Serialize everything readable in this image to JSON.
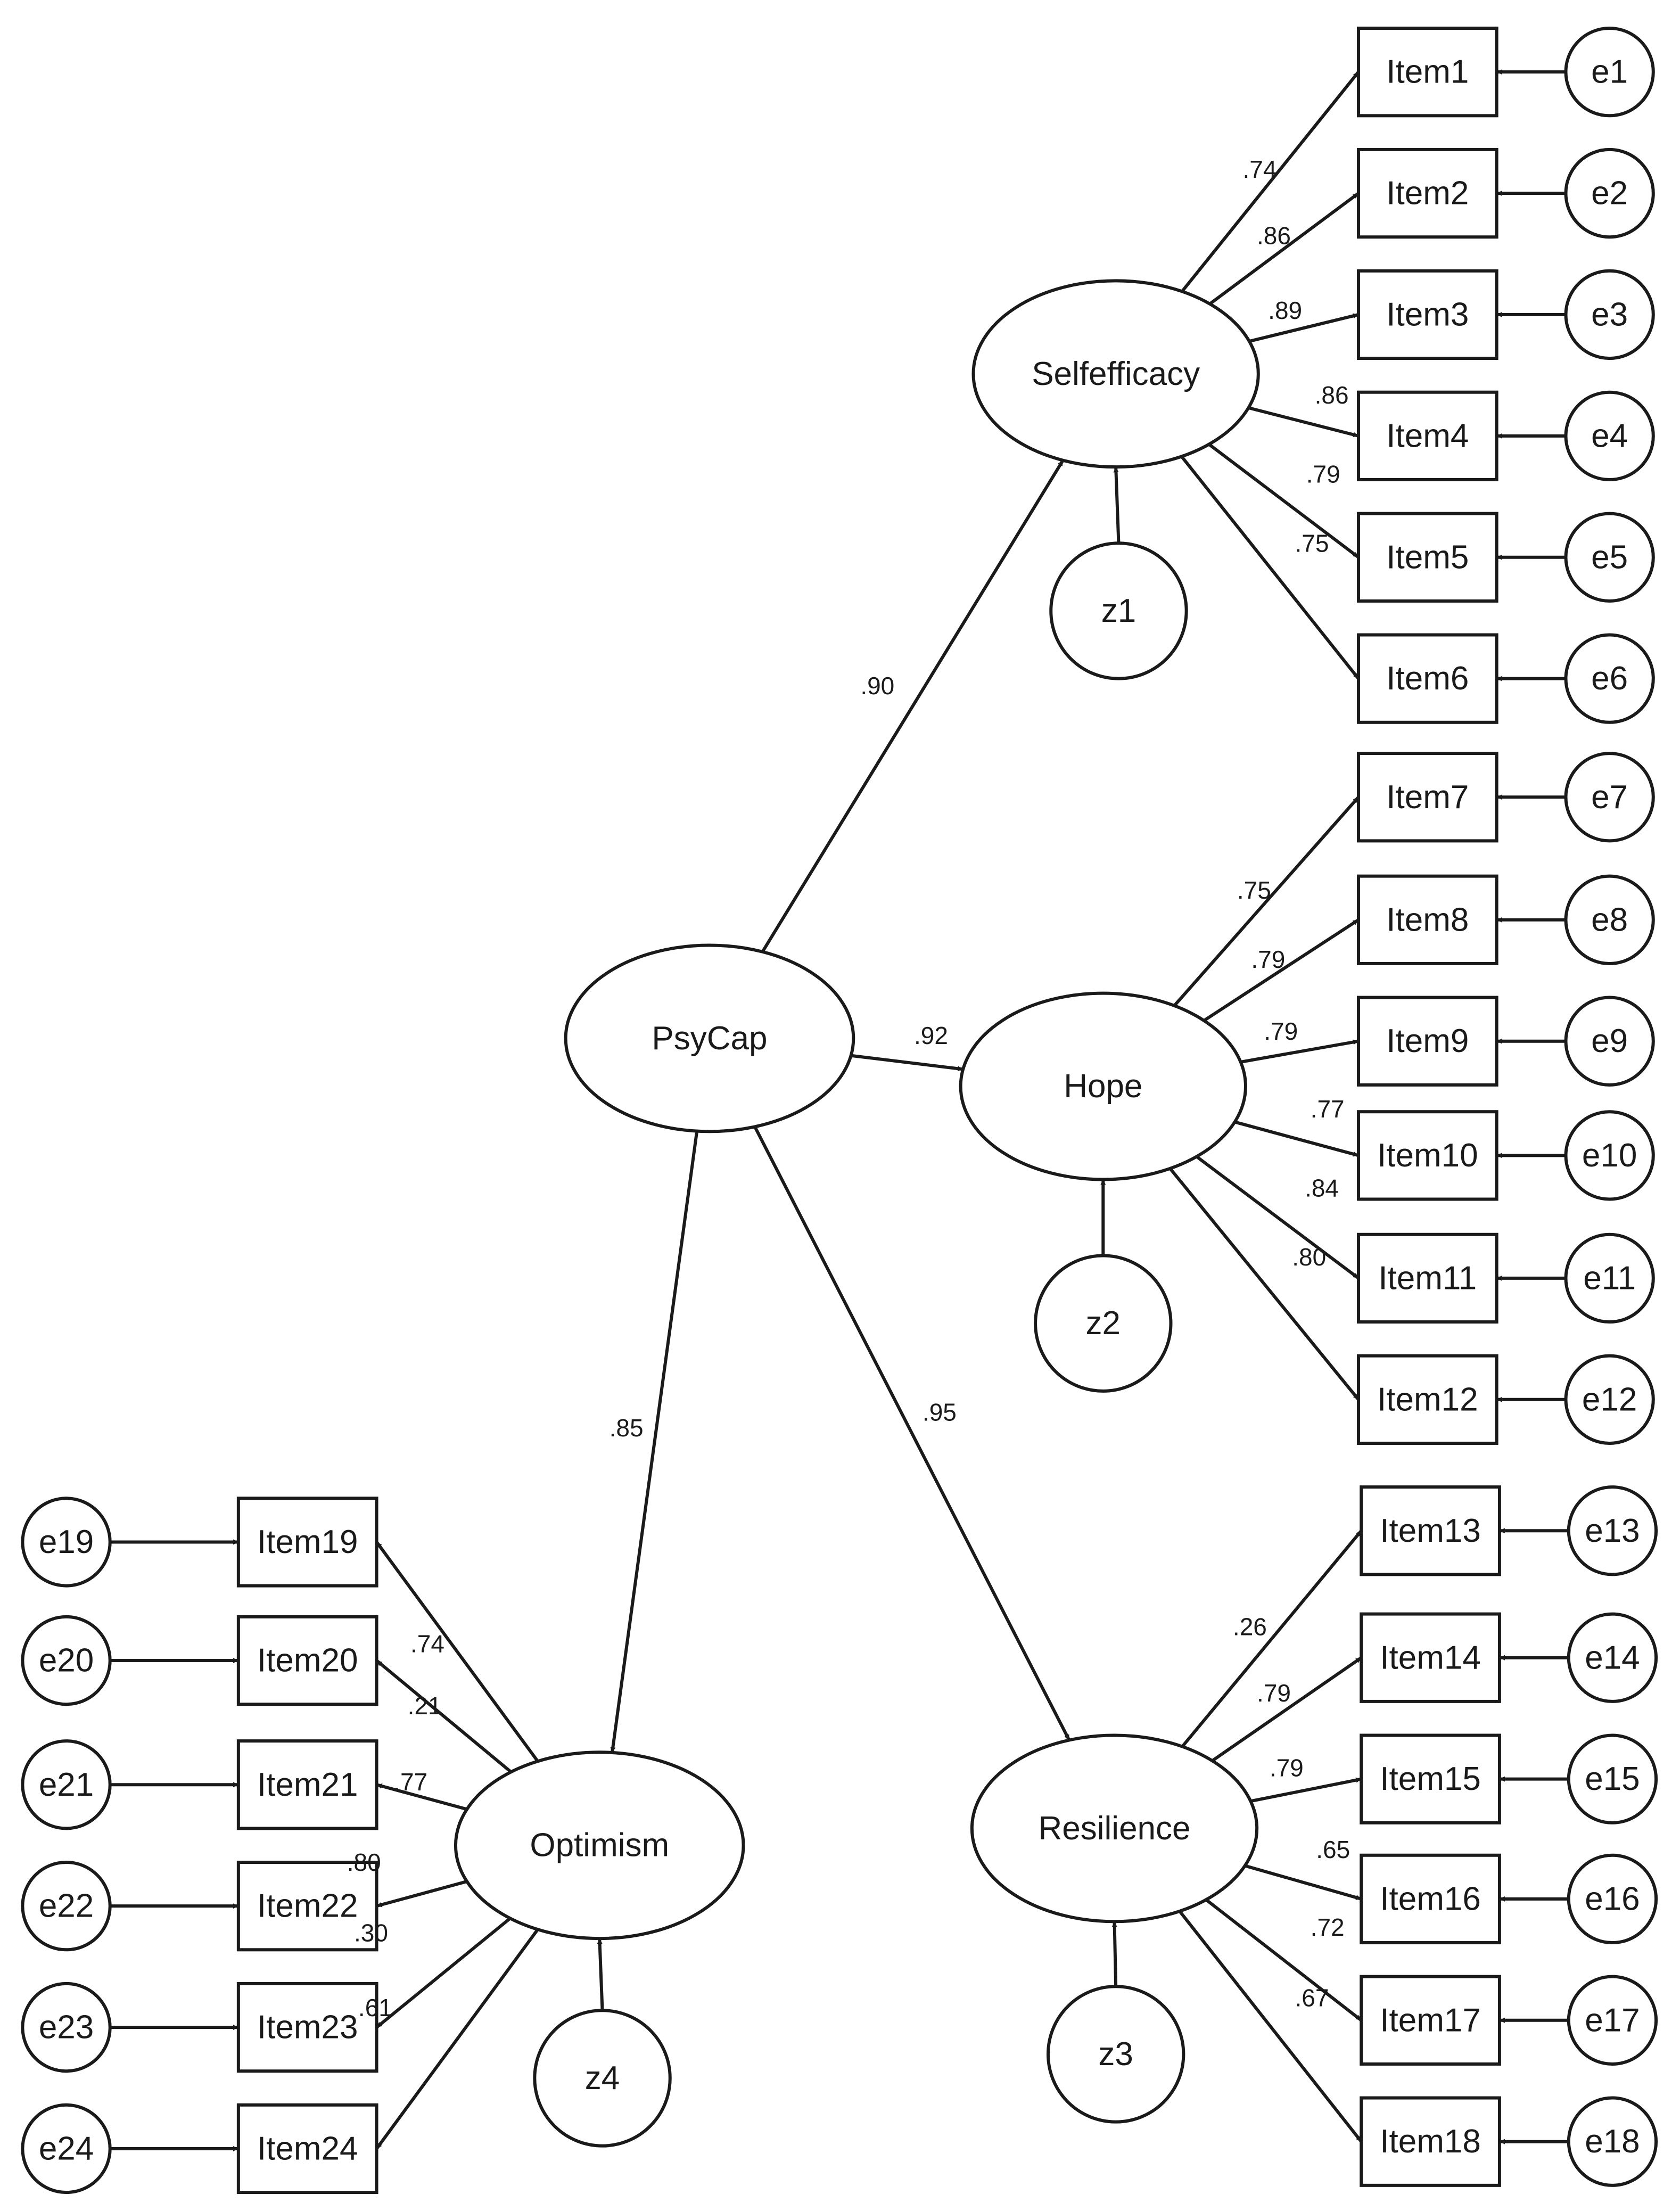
{
  "diagram": {
    "central_factor": {
      "label": "PsyCap"
    },
    "factors": [
      {
        "id": "selfefficacy",
        "label": "Selfefficacy",
        "disturbance": "z1",
        "path_coefficient": ".90",
        "items": [
          {
            "item": "Item1",
            "error": "e1",
            "loading": ".74"
          },
          {
            "item": "Item2",
            "error": "e2",
            "loading": ".86"
          },
          {
            "item": "Item3",
            "error": "e3",
            "loading": ".89"
          },
          {
            "item": "Item4",
            "error": "e4",
            "loading": ".86"
          },
          {
            "item": "Item5",
            "error": "e5",
            "loading": ".79"
          },
          {
            "item": "Item6",
            "error": "e6",
            "loading": ".75"
          }
        ]
      },
      {
        "id": "hope",
        "label": "Hope",
        "disturbance": "z2",
        "path_coefficient": ".92",
        "items": [
          {
            "item": "Item7",
            "error": "e7",
            "loading": ".75"
          },
          {
            "item": "Item8",
            "error": "e8",
            "loading": ".79"
          },
          {
            "item": "Item9",
            "error": "e9",
            "loading": ".79"
          },
          {
            "item": "Item10",
            "error": "e10",
            "loading": ".77"
          },
          {
            "item": "Item11",
            "error": "e11",
            "loading": ".84"
          },
          {
            "item": "Item12",
            "error": "e12",
            "loading": ".80"
          }
        ]
      },
      {
        "id": "resilience",
        "label": "Resilience",
        "disturbance": "z3",
        "path_coefficient": ".95",
        "items": [
          {
            "item": "Item13",
            "error": "e13",
            "loading": ".26"
          },
          {
            "item": "Item14",
            "error": "e14",
            "loading": ".79"
          },
          {
            "item": "Item15",
            "error": "e15",
            "loading": ".79"
          },
          {
            "item": "Item16",
            "error": "e16",
            "loading": ".65"
          },
          {
            "item": "Item17",
            "error": "e17",
            "loading": ".72"
          },
          {
            "item": "Item18",
            "error": "e18",
            "loading": ".67"
          }
        ]
      },
      {
        "id": "optimism",
        "label": "Optimism",
        "disturbance": "z4",
        "path_coefficient": ".85",
        "items": [
          {
            "item": "Item19",
            "error": "e19",
            "loading": ".74"
          },
          {
            "item": "Item20",
            "error": "e20",
            "loading": ".21"
          },
          {
            "item": "Item21",
            "error": "e21",
            "loading": ".77"
          },
          {
            "item": "Item22",
            "error": "e22",
            "loading": ".80"
          },
          {
            "item": "Item23",
            "error": "e23",
            "loading": ".30"
          },
          {
            "item": "Item24",
            "error": "e24",
            "loading": ".61"
          }
        ]
      }
    ]
  }
}
